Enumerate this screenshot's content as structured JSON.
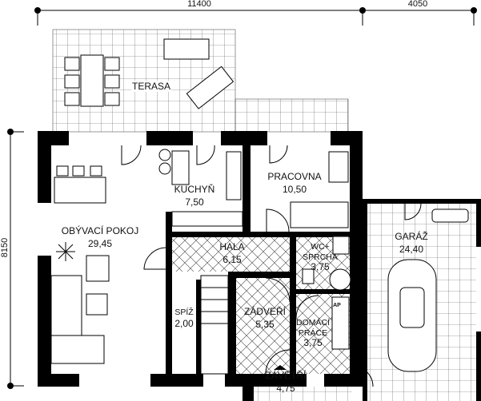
{
  "dimensions": {
    "width_main": "11400",
    "width_garage": "4050",
    "depth": "8150"
  },
  "rooms": {
    "terasa": {
      "name": "TERASA"
    },
    "kuchyn": {
      "name": "KUCHYŇ",
      "area": "7,50"
    },
    "pracovna": {
      "name": "PRACOVNA",
      "area": "10,50"
    },
    "obyvaci_pokoj": {
      "name": "OBÝVACÍ POKOJ",
      "area": "29,45"
    },
    "hala": {
      "name": "HALA",
      "area": "6,15"
    },
    "wc_sprcha": {
      "name_line1": "WC+",
      "name_line2": "SPRCHA",
      "area": "3,75"
    },
    "garaz": {
      "name": "GARÁŽ",
      "area": "24,40"
    },
    "spiz": {
      "name": "SPÍŽ",
      "area": "2,00"
    },
    "zadveri": {
      "name": "ZÁDVEŘÍ",
      "area": "5,35"
    },
    "domaci_prace": {
      "name_line1": "DOMÁCÍ",
      "name_line2": "PRÁCE",
      "area": "3,75"
    },
    "zavetri": {
      "name": "ZÁVĚTŘÍ",
      "area": "4,75"
    }
  },
  "fixtures": {
    "boiler_label": "AP"
  }
}
